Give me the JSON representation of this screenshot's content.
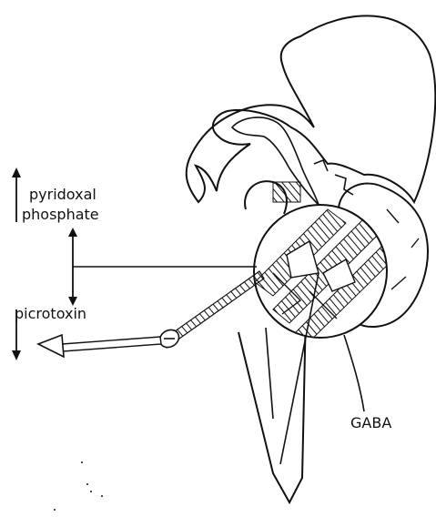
{
  "labels": {
    "pyridoxal": "pyridoxal",
    "phosphate": "phosphate",
    "picrotoxin": "picrotoxin",
    "gaba": "GABA"
  },
  "colors": {
    "ink": "#111111",
    "background": "#ffffff"
  }
}
